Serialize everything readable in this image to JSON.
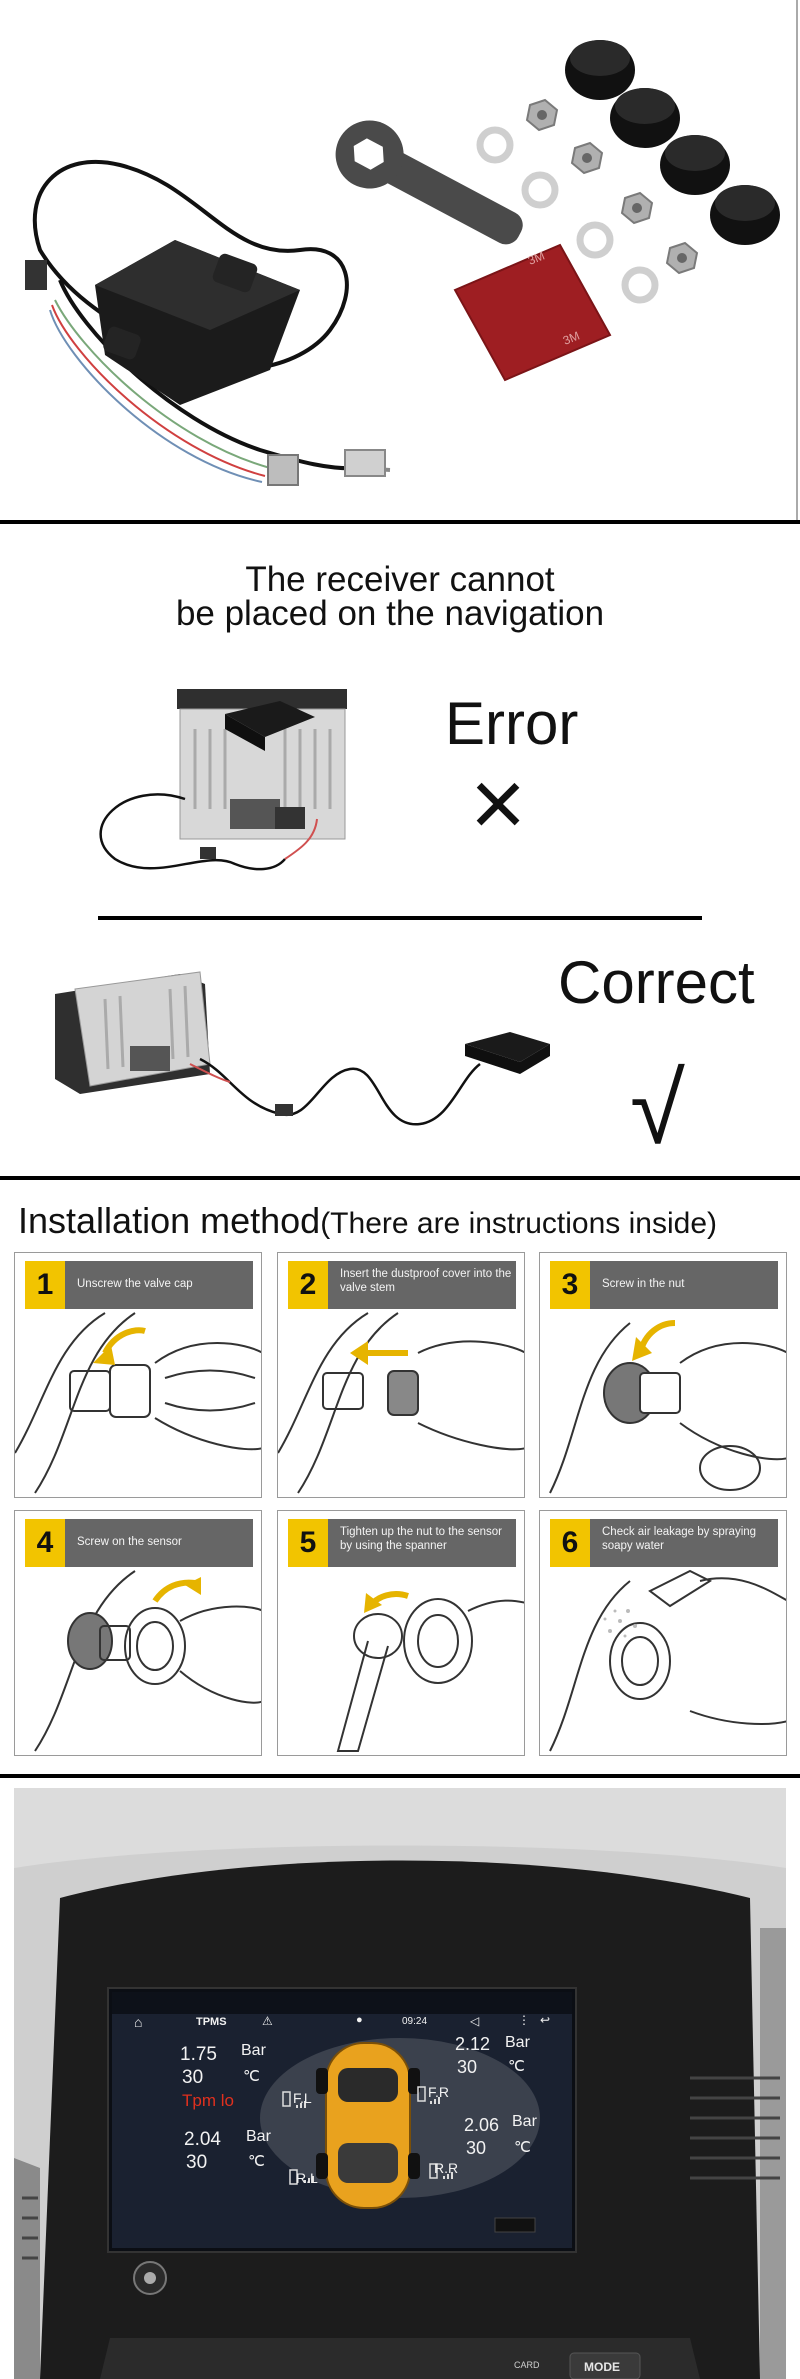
{
  "kit": {
    "sticker_brand": "3M"
  },
  "placement": {
    "heading_line1": "The receiver cannot",
    "heading_line2": "be placed on the navigation",
    "error_label": "Error",
    "error_mark": "×",
    "correct_label": "Correct",
    "correct_mark": "√"
  },
  "installation": {
    "title_main": "Installation method",
    "title_note": "(There are instructions inside)",
    "steps": [
      {
        "number": "1",
        "text": "Unscrew the valve cap"
      },
      {
        "number": "2",
        "text": "Insert the dustproof cover into the valve stem"
      },
      {
        "number": "3",
        "text": "Screw in the nut"
      },
      {
        "number": "4",
        "text": "Screw on the sensor"
      },
      {
        "number": "5",
        "text": "Tighten up the nut to the sensor by using the spanner"
      },
      {
        "number": "6",
        "text": "Check air leakage by spraying soapy water"
      }
    ]
  },
  "head_unit": {
    "status_bar": {
      "app_title": "TPMS",
      "time": "09:24"
    },
    "tires": {
      "front_left": {
        "pressure": "1.75",
        "pressure_unit": "Bar",
        "temperature": "30",
        "temperature_unit": "℃",
        "position": "F.L",
        "alert": "Tpm lo"
      },
      "front_right": {
        "pressure": "2.12",
        "pressure_unit": "Bar",
        "temperature": "30",
        "temperature_unit": "℃",
        "position": "F.R"
      },
      "rear_left": {
        "pressure": "2.04",
        "pressure_unit": "Bar",
        "temperature": "30",
        "temperature_unit": "℃",
        "position": "R.L"
      },
      "rear_right": {
        "pressure": "2.06",
        "pressure_unit": "Bar",
        "temperature": "30",
        "temperature_unit": "℃",
        "position": "R.R"
      }
    },
    "mode_button_label": "MODE",
    "card_label": "CARD"
  },
  "colors": {
    "alert": "#e0301e",
    "step_badge": "#f2c400",
    "step_bar": "#666666",
    "car_body": "#e9a21e"
  }
}
